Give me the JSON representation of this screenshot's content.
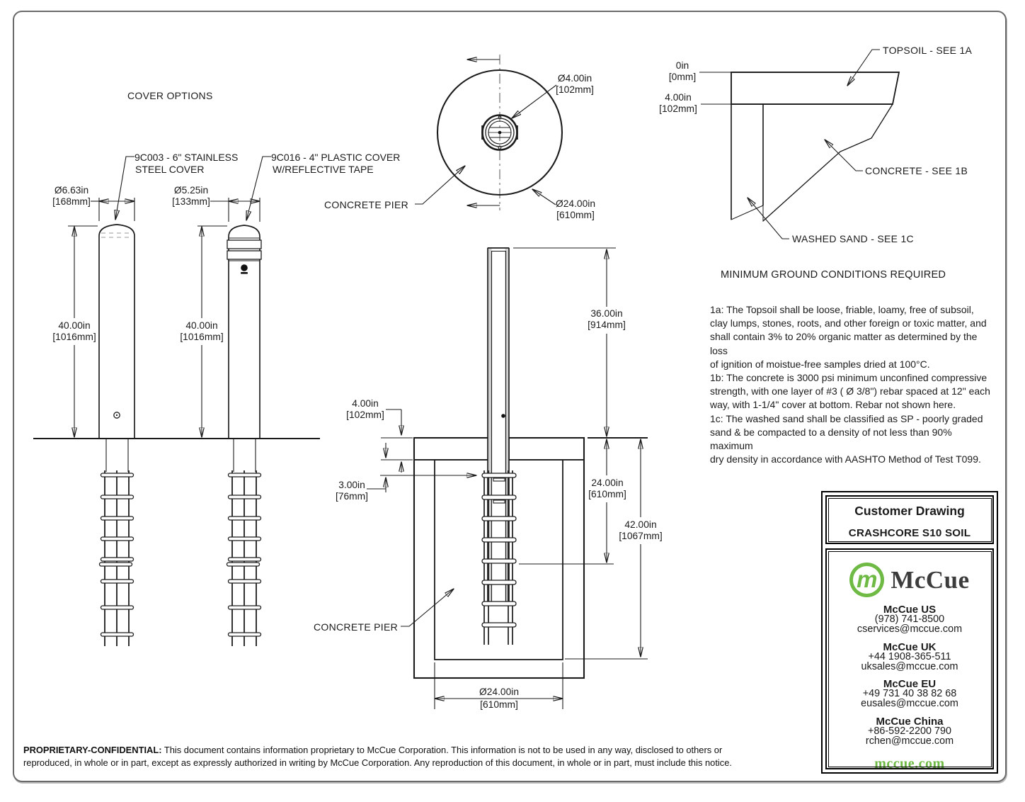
{
  "colors": {
    "green": "#6fba45",
    "ink": "#1b1b1b"
  },
  "labels": {
    "cover_options": "COVER OPTIONS",
    "cover1_line1": "9C003 - 6\" STAINLESS",
    "cover1_line2": "STEEL COVER",
    "cover2_line1": "9C016 - 4\" PLASTIC COVER",
    "cover2_line2": "W/REFLECTIVE TAPE",
    "concrete_pier_plan": "CONCRETE PIER",
    "concrete_pier_section": "CONCRETE PIER",
    "topsoil_callout": "TOPSOIL - SEE 1A",
    "concrete_callout": "CONCRETE - SEE 1B",
    "washed_sand_callout": "WASHED SAND - SEE 1C",
    "ground_conditions_title": "MINIMUM GROUND CONDITIONS REQUIRED"
  },
  "dims": {
    "b1_dia": {
      "in": "Ø6.63in",
      "mm": "[168mm]"
    },
    "b2_dia": {
      "in": "Ø5.25in",
      "mm": "[133mm]"
    },
    "b1_height": {
      "in": "40.00in",
      "mm": "[1016mm]"
    },
    "b2_height": {
      "in": "40.00in",
      "mm": "[1016mm]"
    },
    "plan_bollard_dia": {
      "in": "Ø4.00in",
      "mm": "[102mm]"
    },
    "plan_pier_dia": {
      "in": "Ø24.00in",
      "mm": "[610mm]"
    },
    "exposed_height": {
      "in": "36.00in",
      "mm": "[914mm]"
    },
    "topsoil_depth": {
      "in": "4.00in",
      "mm": "[102mm]"
    },
    "embed_offset": {
      "in": "3.00in",
      "mm": "[76mm]"
    },
    "pier_depth": {
      "in": "24.00in",
      "mm": "[610mm]"
    },
    "total_depth": {
      "in": "42.00in",
      "mm": "[1067mm]"
    },
    "pier_dia_bottom": {
      "in": "Ø24.00in",
      "mm": "[610mm]"
    },
    "grade_zero": {
      "in": "0in",
      "mm": "[0mm]"
    },
    "grade_four": {
      "in": "4.00in",
      "mm": "[102mm]"
    }
  },
  "notes": {
    "text": "1a:  The Topsoil shall be loose, friable, loamy, free of subsoil,\nclay lumps, stones, roots, and other foreign or toxic matter, and\nshall contain 3% to 20% organic matter as determined by the loss\nof ignition of moistue-free samples dried at 100°C.\n1b:  The concrete is 3000 psi minimum unconfined compressive\nstrength, with one layer of #3 ( Ø 3/8\") rebar spaced at 12\" each\nway, with 1-1/4\" cover at bottom. Rebar not shown here.\n1c:  The washed sand shall be classified as SP - poorly graded\nsand & be compacted to a density of not less than 90% maximum\ndry density in accordance with AASHTO Method of Test T099."
  },
  "title_block": {
    "header": "Customer Drawing",
    "subtitle": "CRASHCORE S10 SOIL",
    "brand": "McCue",
    "logo_letter": "m",
    "contacts": [
      {
        "name": "McCue US",
        "phone": "(978) 741-8500",
        "email": "cservices@mccue.com"
      },
      {
        "name": "McCue UK",
        "phone": "+44 1908-365-511",
        "email": "uksales@mccue.com"
      },
      {
        "name": "McCue EU",
        "phone": "+49 731 40 38 82 68",
        "email": "eusales@mccue.com"
      },
      {
        "name": "McCue China",
        "phone": "+86-592-2200 790",
        "email": "rchen@mccue.com"
      }
    ],
    "website": "mccue.com"
  },
  "footer": {
    "bold": "PROPRIETARY-CONFIDENTIAL:",
    "line1_rest": " This document contains information proprietary to McCue Corporation. This information is not to be used in any way, disclosed to others or",
    "line2": "reproduced, in whole or in part, except as expressly authorized in writing by McCue Corporation. Any reproduction of this document, in whole or in part, must include this notice."
  }
}
